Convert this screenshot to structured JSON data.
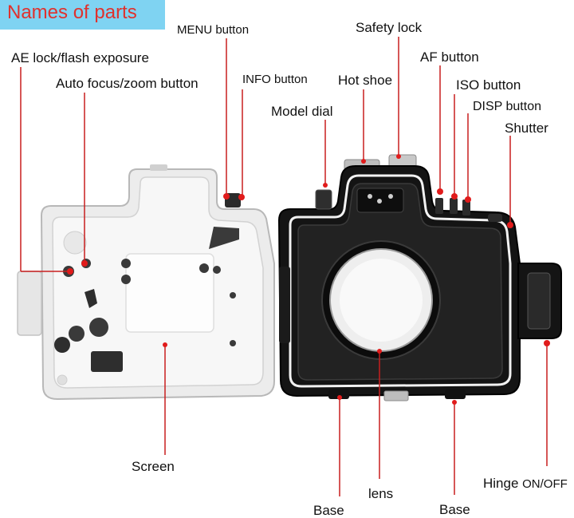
{
  "title": "Names of parts",
  "labels": {
    "menu_button": "MENU button",
    "safety_lock": "Safety lock",
    "ae_lock": "AE lock/flash exposure",
    "af_button": "AF button",
    "auto_focus_zoom": "Auto focus/zoom button",
    "info_button": "INFO button",
    "hot_shoe": "Hot shoe",
    "iso_button": "ISO button",
    "model_dial": "Model dial",
    "disp_button": "DISP button",
    "shutter": "Shutter",
    "screen": "Screen",
    "lens": "lens",
    "hinge_prefix": "Hinge ",
    "hinge_suffix": "ON/OFF",
    "base_left": "Base",
    "base_right": "Base"
  },
  "colors": {
    "title_bg": "#7fd3f2",
    "title_text": "#e0312d",
    "leader_line": "#c81e1e",
    "marker": "#e11b1b"
  }
}
